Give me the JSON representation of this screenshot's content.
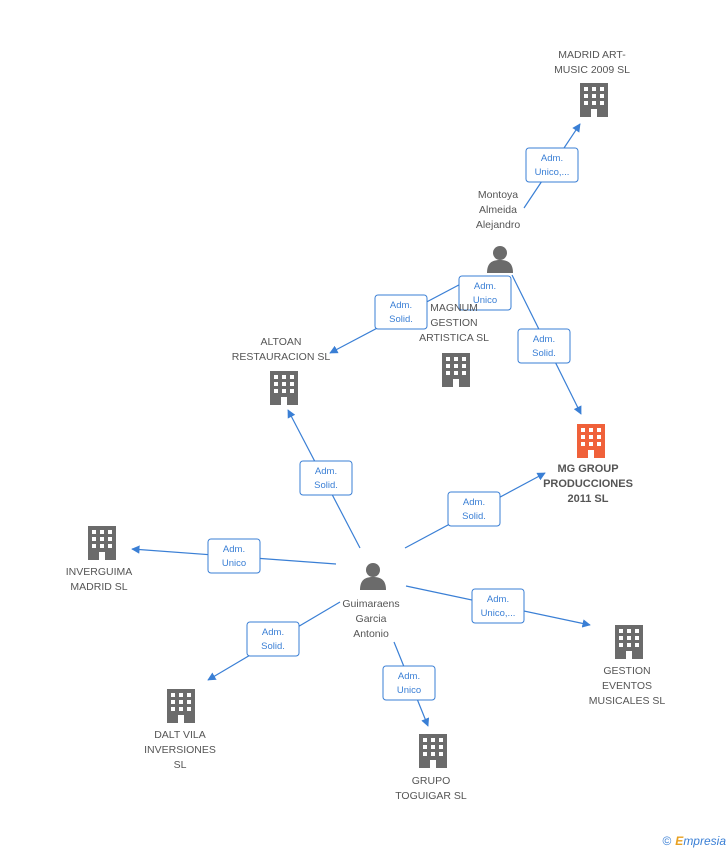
{
  "colors": {
    "edge": "#3a7fd5",
    "node_default": "#6b6b6b",
    "node_highlight": "#f0613a",
    "label": "#555555"
  },
  "nodes": [
    {
      "id": "madrid-art",
      "type": "company",
      "lines": [
        "MADRID ART-",
        "MUSIC 2009 SL"
      ],
      "highlight": false
    },
    {
      "id": "montoya",
      "type": "person",
      "lines": [
        "Montoya",
        "Almeida",
        "Alejandro"
      ],
      "highlight": false
    },
    {
      "id": "magnum",
      "type": "company",
      "lines": [
        "MAGNUM",
        "GESTION",
        "ARTISTICA SL"
      ],
      "highlight": false
    },
    {
      "id": "altoan",
      "type": "company",
      "lines": [
        "ALTOAN",
        "RESTAURACION SL"
      ],
      "highlight": false
    },
    {
      "id": "mg-group",
      "type": "company",
      "lines": [
        "MG GROUP",
        "PRODUCCIONES",
        "2011 SL"
      ],
      "highlight": true
    },
    {
      "id": "inverguima",
      "type": "company",
      "lines": [
        "INVERGUIMA",
        "MADRID  SL"
      ],
      "highlight": false
    },
    {
      "id": "guimaraens",
      "type": "person",
      "lines": [
        "Guimaraens",
        "Garcia",
        "Antonio"
      ],
      "highlight": false
    },
    {
      "id": "gestion-eventos",
      "type": "company",
      "lines": [
        "GESTION",
        "EVENTOS",
        "MUSICALES SL"
      ],
      "highlight": false
    },
    {
      "id": "dalt-vila",
      "type": "company",
      "lines": [
        "DALT VILA",
        "INVERSIONES",
        "SL"
      ],
      "highlight": false
    },
    {
      "id": "grupo-toguigar",
      "type": "company",
      "lines": [
        "GRUPO",
        "TOGUIGAR SL"
      ],
      "highlight": false
    }
  ],
  "edges": [
    {
      "from": "montoya",
      "to": "madrid-art",
      "label": [
        "Adm.",
        "Unico,..."
      ]
    },
    {
      "from": "montoya",
      "to": "altoan",
      "label": [
        "Adm.",
        "Solid."
      ]
    },
    {
      "from": "montoya",
      "to": "magnum",
      "label": [
        "Adm.",
        "Unico"
      ]
    },
    {
      "from": "montoya",
      "to": "mg-group",
      "label": [
        "Adm.",
        "Solid."
      ]
    },
    {
      "from": "guimaraens",
      "to": "altoan",
      "label": [
        "Adm.",
        "Solid."
      ]
    },
    {
      "from": "guimaraens",
      "to": "mg-group",
      "label": [
        "Adm.",
        "Solid."
      ]
    },
    {
      "from": "guimaraens",
      "to": "inverguima",
      "label": [
        "Adm.",
        "Unico"
      ]
    },
    {
      "from": "guimaraens",
      "to": "gestion-eventos",
      "label": [
        "Adm.",
        "Unico,..."
      ]
    },
    {
      "from": "guimaraens",
      "to": "dalt-vila",
      "label": [
        "Adm.",
        "Solid."
      ]
    },
    {
      "from": "guimaraens",
      "to": "grupo-toguigar",
      "label": [
        "Adm.",
        "Unico"
      ]
    }
  ],
  "footer": {
    "copyright_symbol": "©",
    "brand_initial": "E",
    "brand_rest": "mpresia"
  }
}
